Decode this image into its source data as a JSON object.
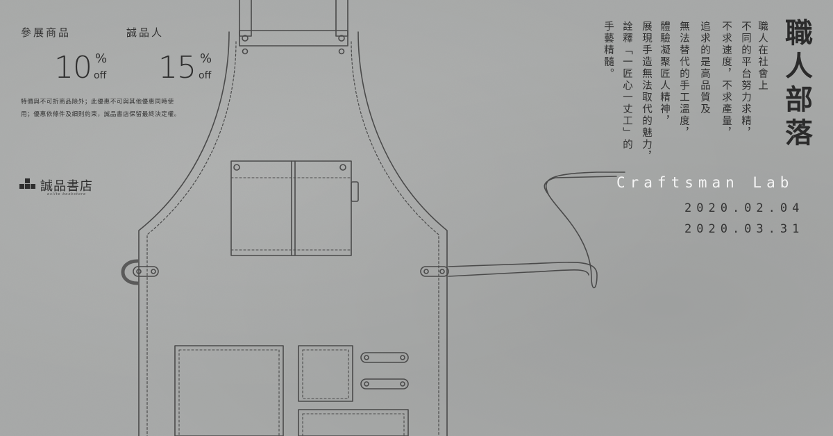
{
  "promo": {
    "label_left": "參展商品",
    "label_right": "誠品人",
    "discount_left": {
      "num": "10",
      "pct": "%",
      "off": "off"
    },
    "discount_right": {
      "num": "15",
      "pct": "%",
      "off": "off"
    },
    "fine_print_1": "特價與不可折商品除外；此優惠不可與其他優惠同時使",
    "fine_print_2": "用；優惠依條件及細則約束，誠品書店保留最終決定權。"
  },
  "brand": {
    "logo_text": "誠品書店",
    "logo_sub": "eslite bookstore"
  },
  "headline": {
    "title": "職人部落",
    "subtitle": "Craftsman Lab",
    "date_start": "2020.02.04",
    "date_end": "2020.03.31"
  },
  "body_lines": [
    "職人在社會上",
    "不同的平台努力求精，",
    "不求速度，不求產量，",
    "追求的是高品質及",
    "無法替代的手工溫度，",
    "體驗凝聚匠人精神，",
    "展現手造無法取代的魅力，",
    "詮釋「一匠心一丈工」的",
    "手藝精髓。"
  ],
  "colors": {
    "background": "#a8aaa9",
    "line": "#4a4a4a",
    "text": "#2e2e2e",
    "subtitle": "#f4f4f4"
  }
}
